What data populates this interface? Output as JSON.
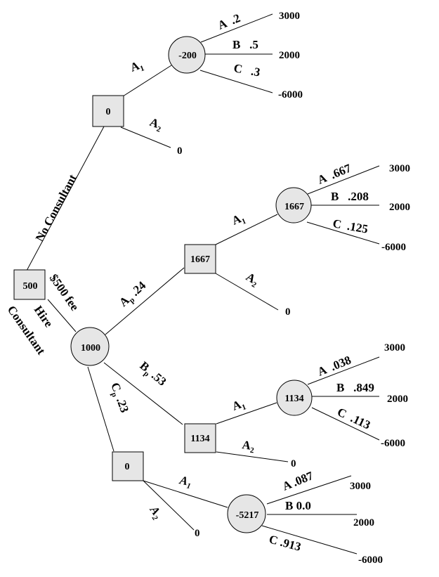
{
  "title": "Decision tree: hire consultant vs. no consultant",
  "colors": {
    "node_fill": "#e6e6e6",
    "stroke": "#000000",
    "background": "#ffffff"
  },
  "root": {
    "type": "decision",
    "value": "500"
  },
  "branches": {
    "no_consultant": "No Consultant",
    "hire_line1": "Hire",
    "hire_line2": "Consultant",
    "fee": "$500 fee"
  },
  "no_consultant_node": {
    "type": "decision",
    "value": "0",
    "a1": "A",
    "a1_sub": "1",
    "a2": "A",
    "a2_sub": "2",
    "a2_payoff": "0",
    "chance": {
      "value": "-200",
      "outcomes": [
        {
          "label": "A  .2",
          "payoff": "3000"
        },
        {
          "label": "B   .5",
          "payoff": "2000"
        },
        {
          "label": "C   .3",
          "payoff": "-6000"
        }
      ]
    }
  },
  "consultant_chance": {
    "value": "1000",
    "ap_label": "A",
    "ap_sub": "p",
    "ap_prob": ".24",
    "bp_label": "B",
    "bp_sub": "p",
    "bp_prob": ".53",
    "cp_label": "C",
    "cp_sub": "p",
    "cp_prob": ".23"
  },
  "ap_node": {
    "value": "1667",
    "a1": "A",
    "a1_sub": "1",
    "a2": "A",
    "a2_sub": "2",
    "a2_payoff": "0",
    "chance": {
      "value": "1667",
      "outcomes": [
        {
          "label": "A  .667",
          "payoff": "3000"
        },
        {
          "label": "B   .208",
          "payoff": "2000"
        },
        {
          "label": "C  .125",
          "payoff": "-6000"
        }
      ]
    }
  },
  "bp_node": {
    "value": "1134",
    "a1": "A",
    "a1_sub": "1",
    "a2": "A",
    "a2_sub": "2",
    "a2_payoff": "0",
    "chance": {
      "value": "1134",
      "outcomes": [
        {
          "label": "A  .038",
          "payoff": "3000"
        },
        {
          "label": "B   .849",
          "payoff": "2000"
        },
        {
          "label": "C  .113",
          "payoff": "-6000"
        }
      ]
    }
  },
  "cp_node": {
    "value": "0",
    "a1": "A",
    "a1_sub": "1",
    "a2": "A",
    "a2_sub": "2",
    "a2_payoff": "0",
    "chance": {
      "value": "-5217",
      "outcomes": [
        {
          "label": "A .087",
          "payoff": "3000"
        },
        {
          "label": "B 0.0",
          "payoff": "2000"
        },
        {
          "label": "C .913",
          "payoff": "-6000"
        }
      ]
    }
  }
}
